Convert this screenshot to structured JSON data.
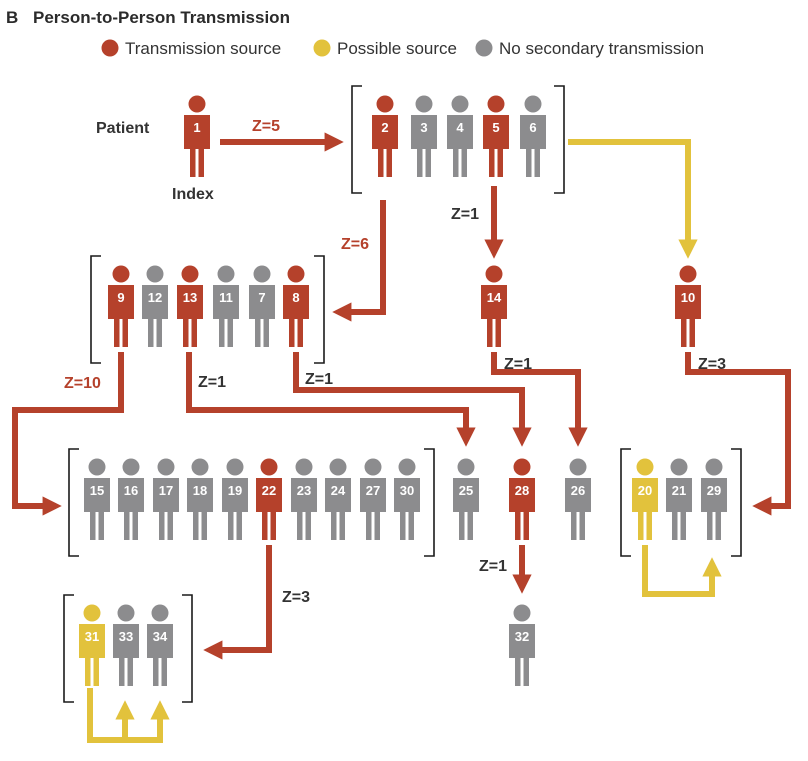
{
  "panel_label": "B",
  "title": "Person-to-Person Transmission",
  "colors": {
    "transmission_source": "#b5412b",
    "possible_source": "#e2c23c",
    "no_secondary": "#8c8c8e",
    "text_dark": "#333333"
  },
  "legend": [
    {
      "label": "Transmission source",
      "color": "#b5412b"
    },
    {
      "label": "Possible source",
      "color": "#e2c23c"
    },
    {
      "label": "No secondary transmission",
      "color": "#8c8c8e"
    }
  ],
  "labels": {
    "patient": "Patient",
    "index": "Index"
  },
  "persons": {
    "p1": {
      "id": "1",
      "status": "source"
    },
    "p2": {
      "id": "2",
      "status": "source"
    },
    "p3": {
      "id": "3",
      "status": "none"
    },
    "p4": {
      "id": "4",
      "status": "none"
    },
    "p5": {
      "id": "5",
      "status": "source"
    },
    "p6": {
      "id": "6",
      "status": "none"
    },
    "p9": {
      "id": "9",
      "status": "source"
    },
    "p12": {
      "id": "12",
      "status": "none"
    },
    "p13": {
      "id": "13",
      "status": "source"
    },
    "p11": {
      "id": "11",
      "status": "none"
    },
    "p7": {
      "id": "7",
      "status": "none"
    },
    "p8": {
      "id": "8",
      "status": "source"
    },
    "p14": {
      "id": "14",
      "status": "source"
    },
    "p10": {
      "id": "10",
      "status": "source"
    },
    "p15": {
      "id": "15",
      "status": "none"
    },
    "p16": {
      "id": "16",
      "status": "none"
    },
    "p17": {
      "id": "17",
      "status": "none"
    },
    "p18": {
      "id": "18",
      "status": "none"
    },
    "p19": {
      "id": "19",
      "status": "none"
    },
    "p22": {
      "id": "22",
      "status": "source"
    },
    "p23": {
      "id": "23",
      "status": "none"
    },
    "p24": {
      "id": "24",
      "status": "none"
    },
    "p27": {
      "id": "27",
      "status": "none"
    },
    "p30": {
      "id": "30",
      "status": "none"
    },
    "p25": {
      "id": "25",
      "status": "none"
    },
    "p28": {
      "id": "28",
      "status": "source"
    },
    "p26": {
      "id": "26",
      "status": "none"
    },
    "p20": {
      "id": "20",
      "status": "possible"
    },
    "p21": {
      "id": "21",
      "status": "none"
    },
    "p29": {
      "id": "29",
      "status": "none"
    },
    "p31": {
      "id": "31",
      "status": "possible"
    },
    "p33": {
      "id": "33",
      "status": "none"
    },
    "p34": {
      "id": "34",
      "status": "none"
    },
    "p32": {
      "id": "32",
      "status": "none"
    }
  },
  "edges": {
    "e1": {
      "label": "Z=5",
      "color": "source"
    },
    "e2": {
      "label": "Z=6",
      "color": "source"
    },
    "e3": {
      "label": "Z=1",
      "color": "dark"
    },
    "e4": {
      "label": "",
      "color": "possible"
    },
    "e5": {
      "label": "Z=10",
      "color": "source"
    },
    "e6": {
      "label": "Z=1",
      "color": "dark"
    },
    "e7": {
      "label": "Z=1",
      "color": "dark"
    },
    "e8": {
      "label": "Z=1",
      "color": "dark"
    },
    "e9": {
      "label": "Z=3",
      "color": "dark"
    },
    "e10": {
      "label": "Z=3",
      "color": "dark"
    },
    "e11": {
      "label": "Z=1",
      "color": "dark"
    }
  }
}
